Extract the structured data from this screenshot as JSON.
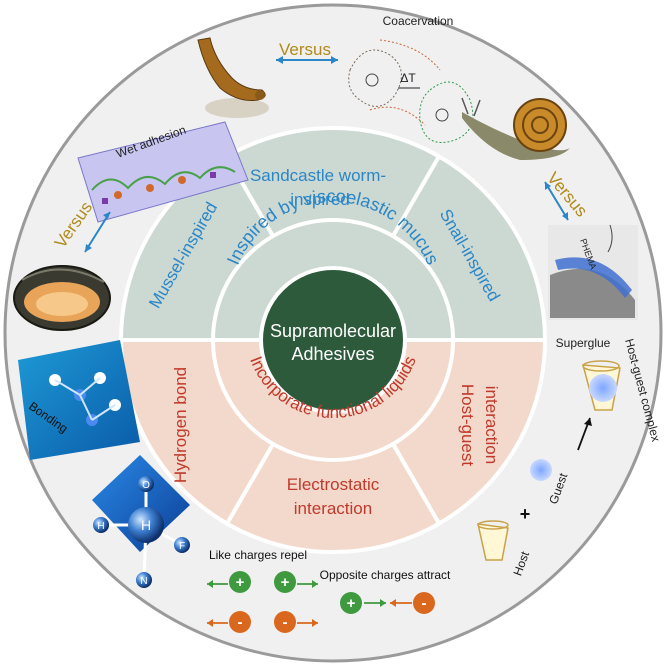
{
  "center": {
    "line1": "Supramolecular",
    "line2": "Adhesives"
  },
  "inner_ring": {
    "top": "Inspired by viscoelastic mucus",
    "bottom": "Incorporate functional liquids"
  },
  "outer_ring": {
    "mussel": "Mussel-inspired",
    "sandcastle_line1": "Sandcastle worm-",
    "sandcastle_line2": "inspired",
    "snail": "Snail-inspired",
    "hydrogen": "Hydrogen bond",
    "electrostatic_line1": "Electrostatic",
    "electrostatic_line2": "interaction",
    "hostguest_line1": "Host-guest",
    "hostguest_line2": "interaction"
  },
  "labels": {
    "versus": "Versus",
    "wet_adhesion": "Wet adhesion",
    "coacervation": "Coacervation",
    "delta_t": "ΔT",
    "phema": "PHEMA",
    "superglue": "Superglue",
    "host_guest_complex": "Host-guest complex",
    "guest": "Guest",
    "host": "Host",
    "plus": "+",
    "bonding": "Bonding",
    "like_charges": "Like charges repel",
    "opposite_charges": "Opposite charges attract",
    "atom_o": "O",
    "atom_h_left": "H",
    "atom_h_center": "H",
    "atom_f": "F",
    "atom_n": "N",
    "charge_plus": "+",
    "charge_minus": "-"
  },
  "colors": {
    "blue_text": "#2a86c6",
    "red_text": "#c0392b",
    "gold_text": "#b08a1a",
    "grayish_green_sector": "#ccd8d2",
    "peach_sector": "#f3d9cb",
    "center_green": "#2e5a3c",
    "outer_ring_fill": "#f0f0f0",
    "ring_border": "#9a9a9a"
  }
}
